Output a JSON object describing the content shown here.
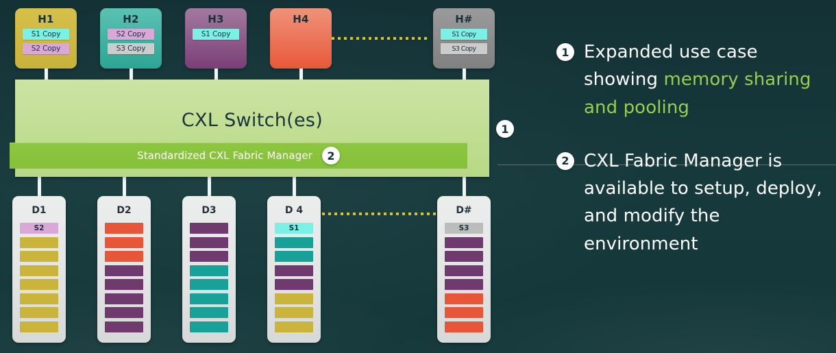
{
  "theme": {
    "background": "#143438",
    "switch_green_light": "#cde3a5",
    "switch_green_dark": "#8dc63f",
    "accent_green_text": "#9acd50",
    "dotted_line": "#d8c22e",
    "stem_white": "#f2f5f3"
  },
  "hosts": [
    {
      "label": "H1",
      "color": "#d6c04a",
      "color_bottom": "#c9b23c",
      "chips": [
        {
          "text": "S1 Copy",
          "color": "#7bf0e4"
        },
        {
          "text": "S2 Copy",
          "color": "#d9a8d9"
        }
      ]
    },
    {
      "label": "H2",
      "color": "#5bc2b3",
      "color_bottom": "#2da594",
      "chips": [
        {
          "text": "S2 Copy",
          "color": "#d9a8d9"
        },
        {
          "text": "S3 Copy",
          "color": "#cccccc"
        }
      ]
    },
    {
      "label": "H3",
      "color": "#a3799f",
      "color_bottom": "#7b3f76",
      "chips": [
        {
          "text": "S1 Copy",
          "color": "#7bf0e4"
        }
      ]
    },
    {
      "label": "H4",
      "color": "#ef9379",
      "color_bottom": "#e8583a",
      "chips": []
    },
    {
      "label": "H#",
      "color": "#9a9a9a",
      "color_bottom": "#818181",
      "chips": [
        {
          "text": "S1 Copy",
          "color": "#7bf0e4",
          "condensed": true
        },
        {
          "text": "S3 Copy",
          "color": "#cccccc",
          "condensed": true
        }
      ]
    }
  ],
  "switch": {
    "title": "CXL Switch(es)",
    "fabric_manager_label": "Standardized CXL Fabric Manager",
    "fabric_manager_badge": "2",
    "callout_badge": "1"
  },
  "devices": [
    {
      "label": "D1",
      "slots": [
        {
          "text": "S2",
          "color": "#d9a8d9"
        },
        {
          "text": "",
          "color": "#cbb43c"
        },
        {
          "text": "",
          "color": "#cbb43c"
        },
        {
          "text": "",
          "color": "#cbb43c"
        },
        {
          "text": "",
          "color": "#cbb43c"
        },
        {
          "text": "",
          "color": "#cbb43c"
        },
        {
          "text": "",
          "color": "#cbb43c"
        },
        {
          "text": "",
          "color": "#cbb43c"
        }
      ]
    },
    {
      "label": "D2",
      "slots": [
        {
          "text": "",
          "color": "#e8563a"
        },
        {
          "text": "",
          "color": "#e8563a"
        },
        {
          "text": "",
          "color": "#e8563a"
        },
        {
          "text": "",
          "color": "#6f3a6d"
        },
        {
          "text": "",
          "color": "#6f3a6d"
        },
        {
          "text": "",
          "color": "#6f3a6d"
        },
        {
          "text": "",
          "color": "#6f3a6d"
        },
        {
          "text": "",
          "color": "#6f3a6d"
        }
      ]
    },
    {
      "label": "D3",
      "slots": [
        {
          "text": "",
          "color": "#6f3a6d"
        },
        {
          "text": "",
          "color": "#6f3a6d"
        },
        {
          "text": "",
          "color": "#6f3a6d"
        },
        {
          "text": "",
          "color": "#17a198"
        },
        {
          "text": "",
          "color": "#17a198"
        },
        {
          "text": "",
          "color": "#17a198"
        },
        {
          "text": "",
          "color": "#17a198"
        },
        {
          "text": "",
          "color": "#17a198"
        }
      ]
    },
    {
      "label": "D 4",
      "slots": [
        {
          "text": "S1",
          "color": "#7bf0e4"
        },
        {
          "text": "",
          "color": "#17a198"
        },
        {
          "text": "",
          "color": "#17a198"
        },
        {
          "text": "",
          "color": "#6f3a6d"
        },
        {
          "text": "",
          "color": "#6f3a6d"
        },
        {
          "text": "",
          "color": "#cbb43c"
        },
        {
          "text": "",
          "color": "#cbb43c"
        },
        {
          "text": "",
          "color": "#cbb43c"
        }
      ]
    },
    {
      "label": "D#",
      "slots": [
        {
          "text": "S3",
          "color": "#bcbcbc"
        },
        {
          "text": "",
          "color": "#6f3a6d"
        },
        {
          "text": "",
          "color": "#6f3a6d"
        },
        {
          "text": "",
          "color": "#6f3a6d"
        },
        {
          "text": "",
          "color": "#6f3a6d"
        },
        {
          "text": "",
          "color": "#e8563a"
        },
        {
          "text": "",
          "color": "#e8563a"
        },
        {
          "text": "",
          "color": "#e8563a"
        }
      ]
    }
  ],
  "notes": [
    {
      "badge": "1",
      "segments": [
        {
          "text": "Expanded use case showing ",
          "highlight": false
        },
        {
          "text": "memory sharing and pooling",
          "highlight": true
        }
      ]
    },
    {
      "badge": "2",
      "segments": [
        {
          "text": "CXL Fabric Manager is available to setup, deploy, and modify the environment",
          "highlight": false
        }
      ]
    }
  ]
}
